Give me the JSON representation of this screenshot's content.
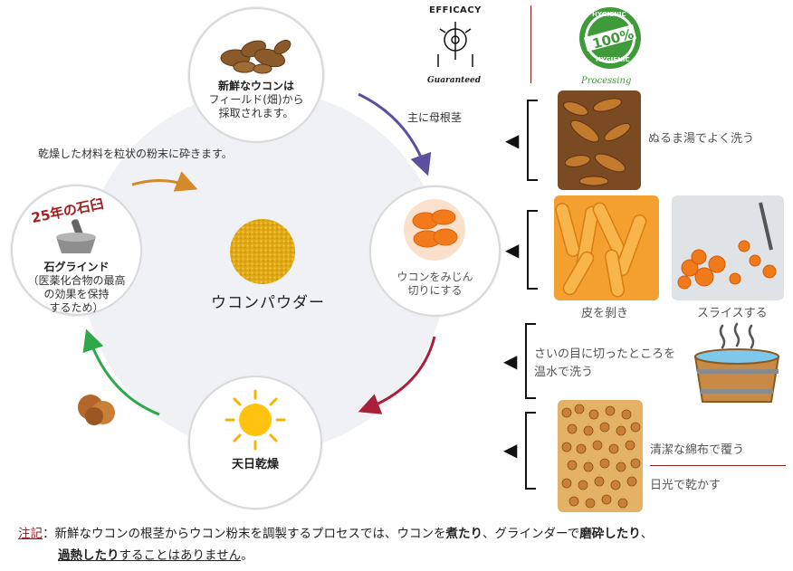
{
  "center": {
    "label": "ウコンパウダー"
  },
  "nodes": {
    "fresh": {
      "title": "新鮮なウコンは",
      "line2": "フィールド(畑)から",
      "line3": "採取されます。"
    },
    "mince": {
      "line1": "ウコンをみじん",
      "line2": "切りにする"
    },
    "sun": {
      "title": "天日乾燥"
    },
    "grind": {
      "badge": "25年の石臼",
      "title": "石グラインド",
      "line2": "（医薬化合物の最高",
      "line3": "の効果を保持",
      "line4": "するため）"
    }
  },
  "labels": {
    "rhizome": "主に母根茎",
    "crush": "乾燥した材料を粒状の粉末に砕きます。"
  },
  "badges": {
    "efficacy_top": "EFFICACY",
    "efficacy_bottom": "Guaranteed",
    "hygienic_top": "HYGIENIC",
    "hygienic_center": "100%",
    "hygienic_bottom": "HYGIENIC",
    "processing": "Processing"
  },
  "steps": {
    "wash": "ぬるま湯でよく洗う",
    "peel": "皮を剝き",
    "slice": "スライスする",
    "dice_wash_1": "さいの目に切ったところを",
    "dice_wash_2": "温水で洗う",
    "cover": "清潔な綿布で覆う",
    "sun_dry": "日光で乾かす"
  },
  "note": {
    "label": "注記",
    "sep": "：",
    "line1_a": "新鮮なウコンの根茎からウコン粉末を調製するプロセスでは、ウコンを",
    "line1_b": "煮たり",
    "line1_c": "、グラインダーで",
    "line1_d": "磨砕したり",
    "line1_e": "、",
    "line2_a": "過熱したり",
    "line2_b": "することはありません",
    "line2_c": "。"
  },
  "colors": {
    "arrow_purple": "#5b4fa0",
    "arrow_orange": "#d4892a",
    "arrow_crimson": "#a8203c",
    "arrow_green": "#2ea84a",
    "note_red": "#a31f1f",
    "hygienic_green": "#3f9a3a"
  }
}
